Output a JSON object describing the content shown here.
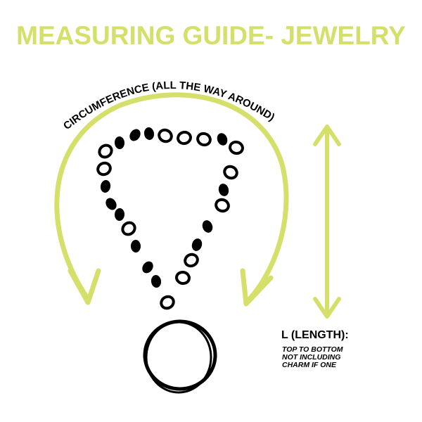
{
  "title": "MEASURING GUIDE- JEWELRY",
  "circumference_label": "CIRCUMFERENCE (ALL THE WAY AROUND)",
  "length": {
    "label": "L (LENGTH):",
    "lines": [
      "TOP TO BOTTOM",
      "NOT INCLUDING",
      "CHARM IF ONE"
    ]
  },
  "colors": {
    "accent": "#d4e06a",
    "ink": "#000000"
  }
}
